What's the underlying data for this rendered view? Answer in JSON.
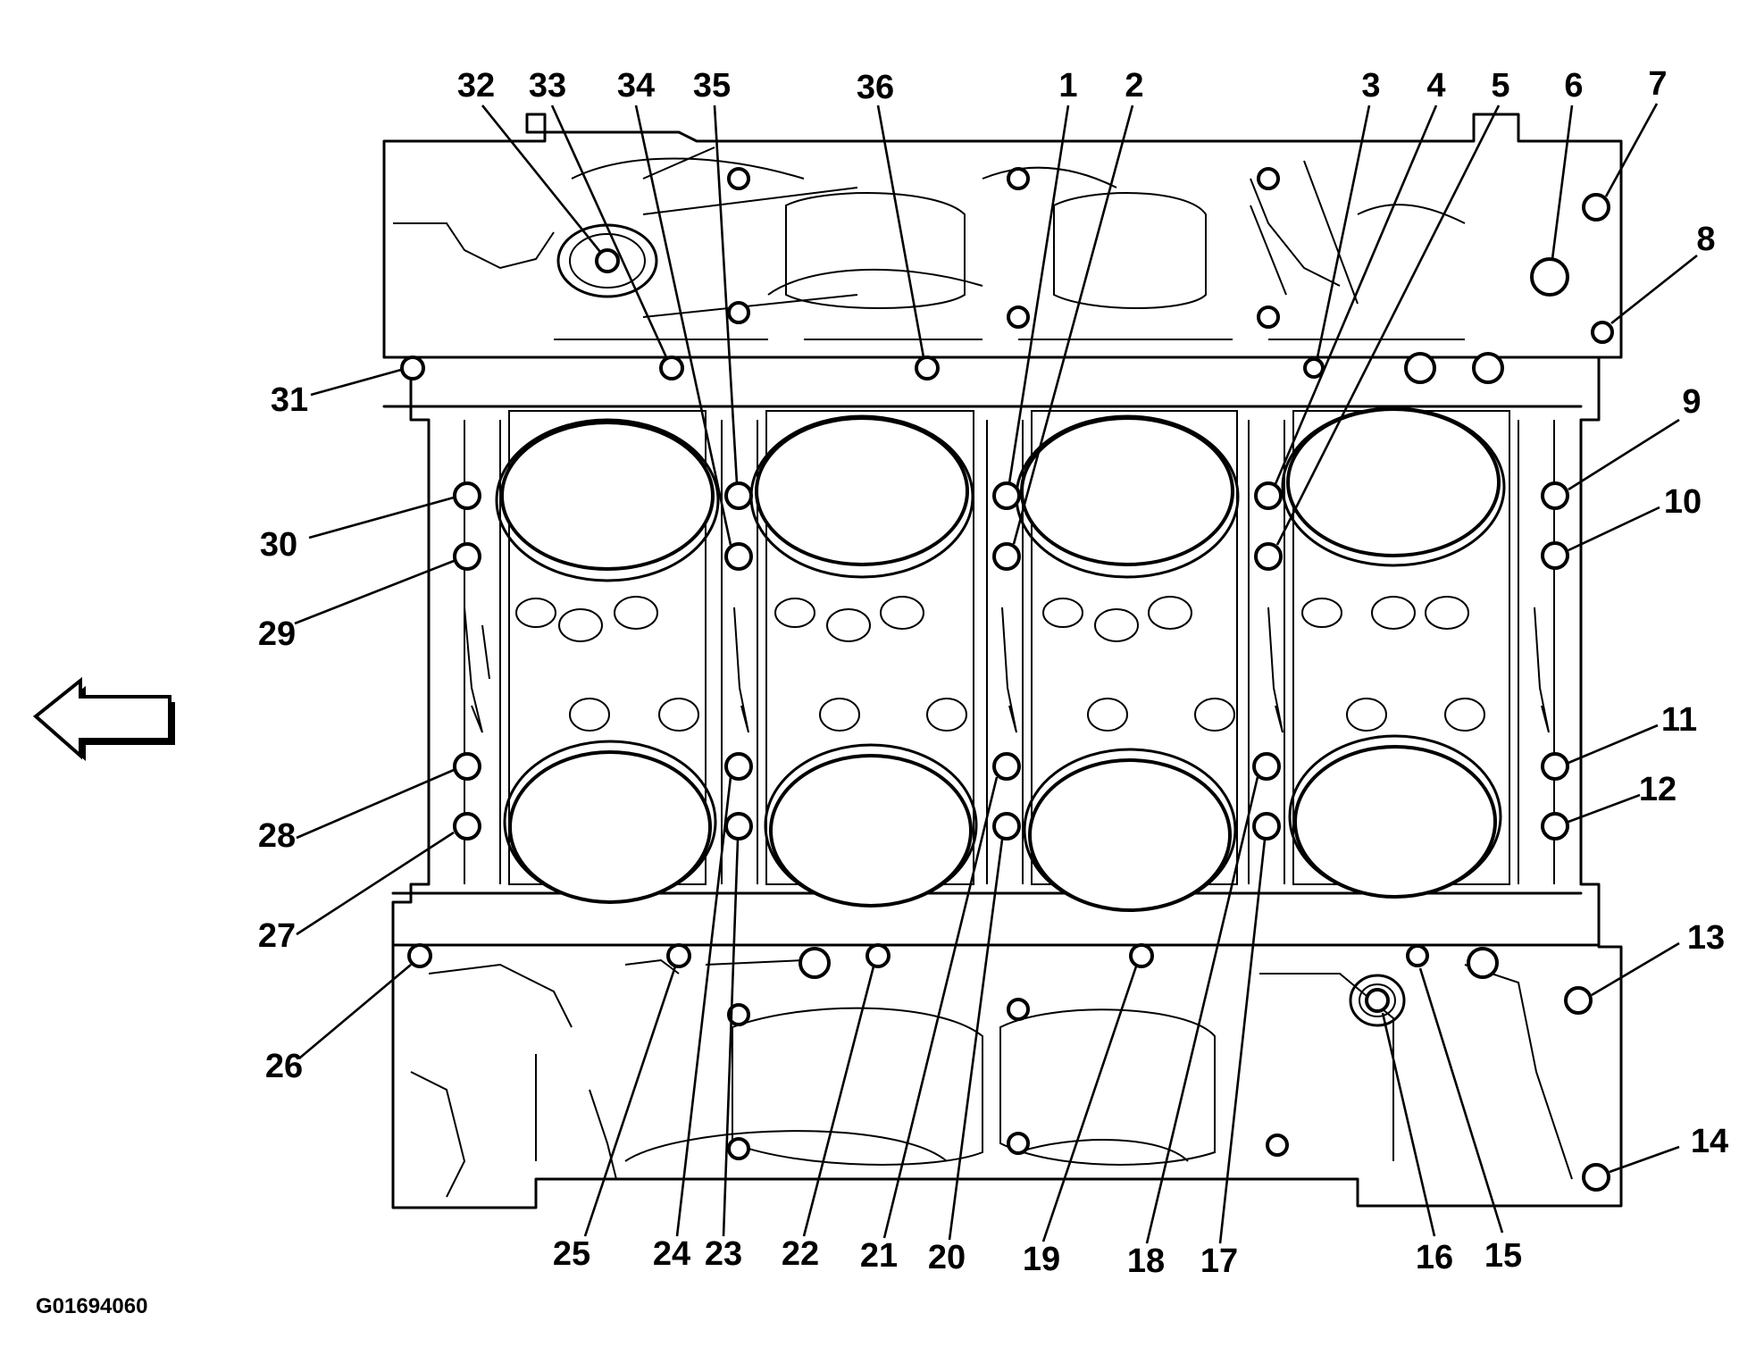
{
  "figure_id": "G01694060",
  "direction_arrow": "arrow-left-icon",
  "callouts": [
    {
      "n": "1"
    },
    {
      "n": "2"
    },
    {
      "n": "3"
    },
    {
      "n": "4"
    },
    {
      "n": "5"
    },
    {
      "n": "6"
    },
    {
      "n": "7"
    },
    {
      "n": "8"
    },
    {
      "n": "9"
    },
    {
      "n": "10"
    },
    {
      "n": "11"
    },
    {
      "n": "12"
    },
    {
      "n": "13"
    },
    {
      "n": "14"
    },
    {
      "n": "15"
    },
    {
      "n": "16"
    },
    {
      "n": "17"
    },
    {
      "n": "18"
    },
    {
      "n": "19"
    },
    {
      "n": "20"
    },
    {
      "n": "21"
    },
    {
      "n": "22"
    },
    {
      "n": "23"
    },
    {
      "n": "24"
    },
    {
      "n": "25"
    },
    {
      "n": "26"
    },
    {
      "n": "27"
    },
    {
      "n": "28"
    },
    {
      "n": "29"
    },
    {
      "n": "30"
    },
    {
      "n": "31"
    },
    {
      "n": "32"
    },
    {
      "n": "33"
    },
    {
      "n": "34"
    },
    {
      "n": "35"
    },
    {
      "n": "36"
    }
  ]
}
